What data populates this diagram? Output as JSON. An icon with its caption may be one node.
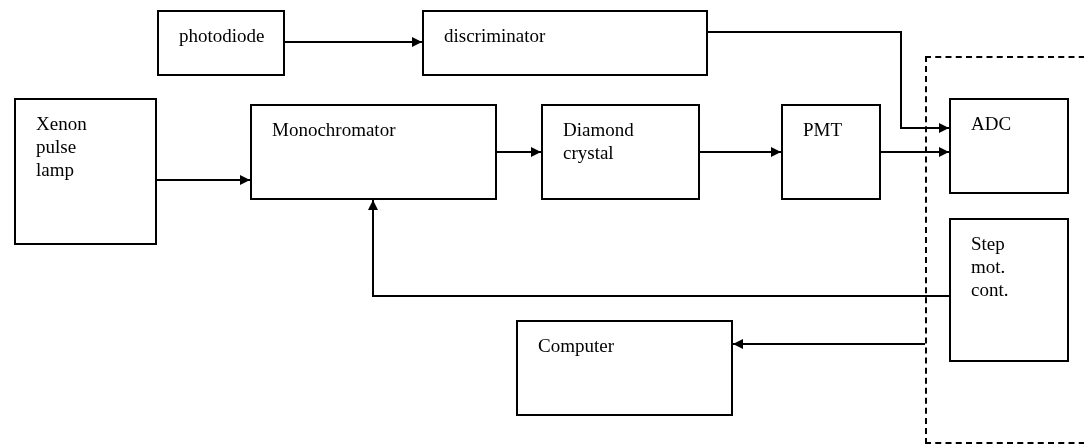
{
  "diagram": {
    "nodes": [
      {
        "text": [
          "photodiode"
        ]
      },
      {
        "text": [
          "discriminator"
        ]
      },
      {
        "text": [
          "Xenon pulse lamp"
        ]
      },
      {
        "text": [
          "Monochromator"
        ]
      },
      {
        "text": [
          "Diamond crystal"
        ]
      },
      {
        "text": [
          "PMT"
        ]
      },
      {
        "text": [],
        "shape": "box"
      },
      {
        "text": [
          "ADC"
        ],
        "in": 6
      },
      {
        "text": [
          "Step mot. cont."
        ],
        "in": 6
      },
      {
        "text": [
          "Computer"
        ]
      }
    ],
    "edges": [
      {
        "from": 0,
        "to": 1,
        "arrow": "to"
      },
      {
        "from": 2,
        "to": 3,
        "arrow": "to"
      },
      {
        "from": 3,
        "to": 4,
        "arrow": "to"
      },
      {
        "from": 4,
        "to": 5,
        "arrow": "to"
      },
      {
        "from": 1,
        "to": 7,
        "arrow": "to"
      },
      {
        "from": 5,
        "to": 7,
        "arrow": "to"
      },
      {
        "from": 8,
        "to": 3,
        "arrow": "to"
      },
      {
        "from": 6,
        "to": 9,
        "arrow": "to"
      }
    ]
  }
}
